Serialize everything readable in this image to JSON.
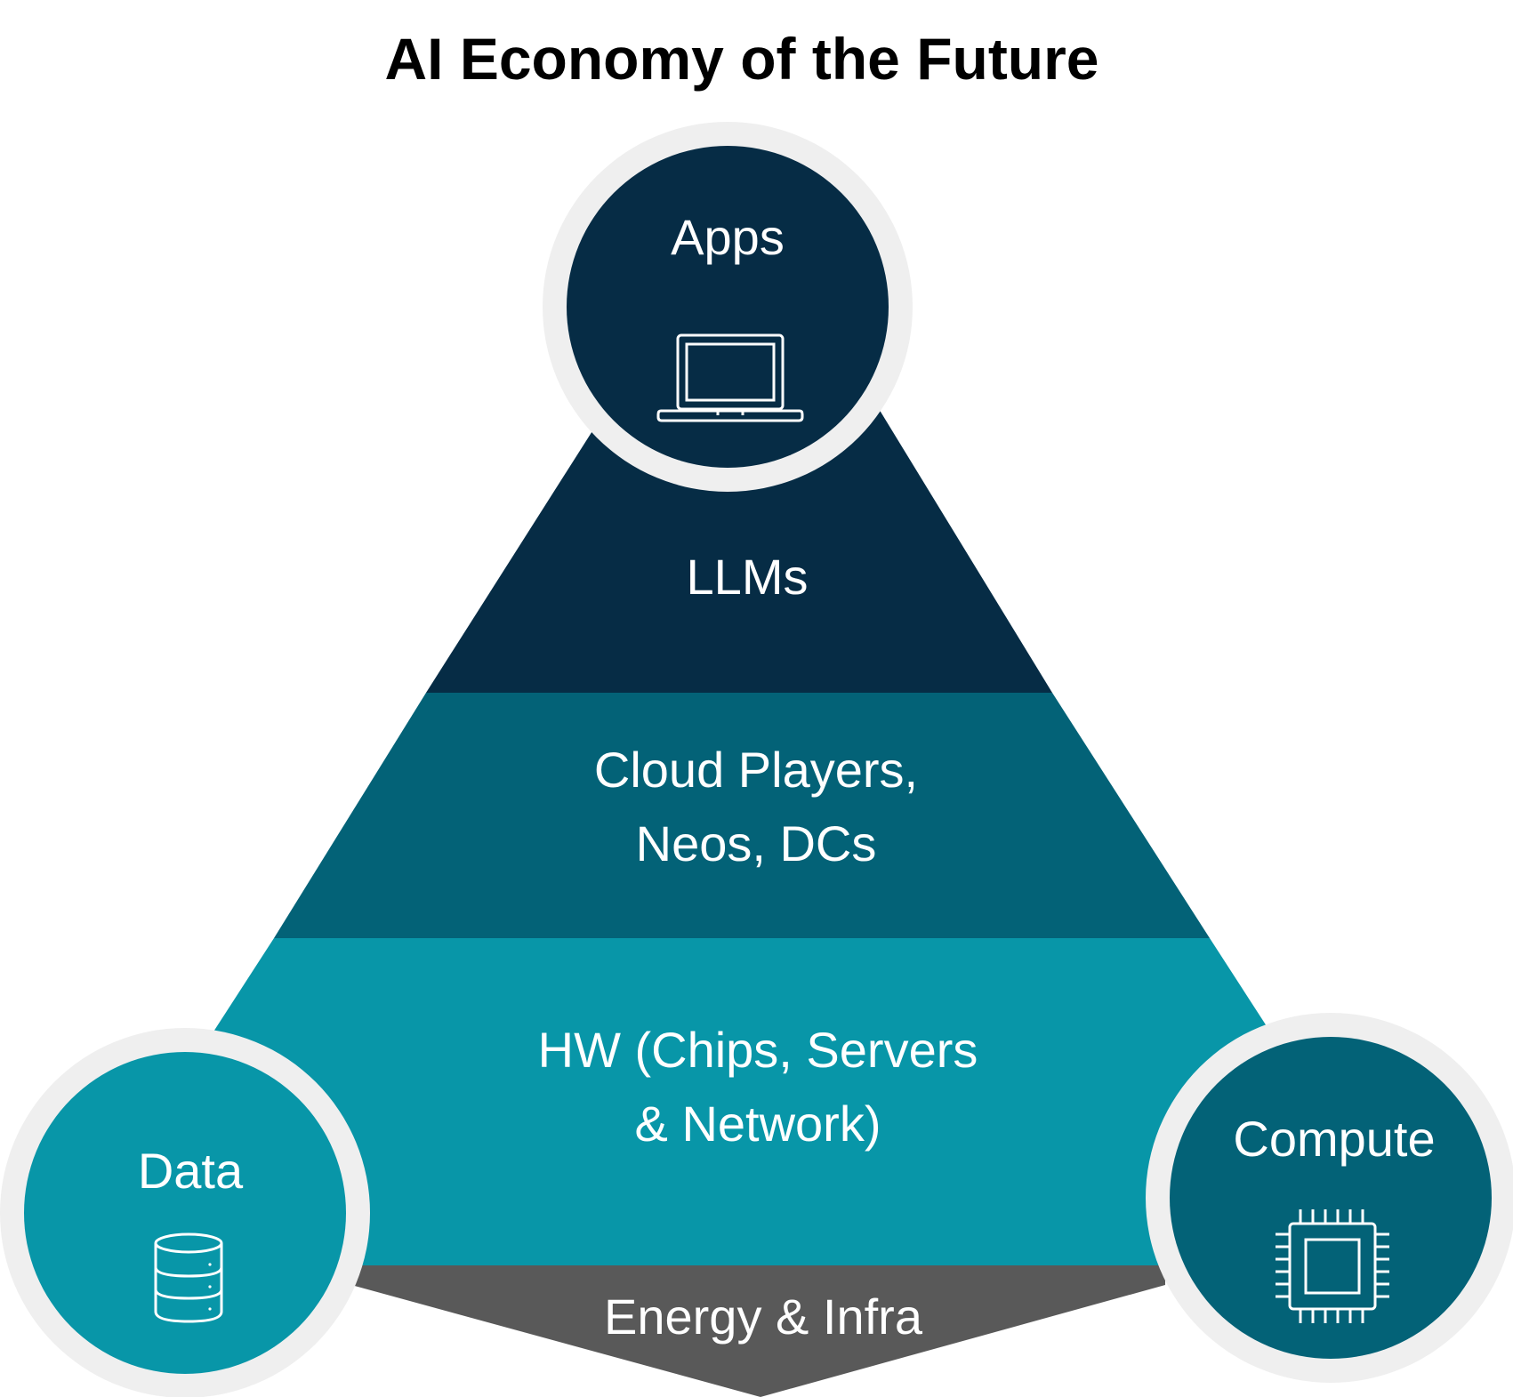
{
  "title": "AI Economy of the Future",
  "colors": {
    "dark_navy": "#062c45",
    "mid_teal": "#036277",
    "light_teal": "#0896a8",
    "gray": "#595959",
    "ring": "#efefef"
  },
  "layers": [
    {
      "label": "LLMs",
      "lines": [
        "LLMs"
      ]
    },
    {
      "label": "Cloud Players, Neos, DCs",
      "lines": [
        "Cloud Players,",
        "Neos, DCs"
      ]
    },
    {
      "label": "HW (Chips, Servers & Network)",
      "lines": [
        "HW (Chips, Servers",
        "& Network)"
      ]
    },
    {
      "label": "Energy & Infra",
      "lines": [
        "Energy & Infra"
      ]
    }
  ],
  "nodes": {
    "apps": {
      "label": "Apps",
      "icon": "laptop-icon"
    },
    "data": {
      "label": "Data",
      "icon": "database-icon"
    },
    "compute": {
      "label": "Compute",
      "icon": "cpu-chip-icon"
    }
  }
}
